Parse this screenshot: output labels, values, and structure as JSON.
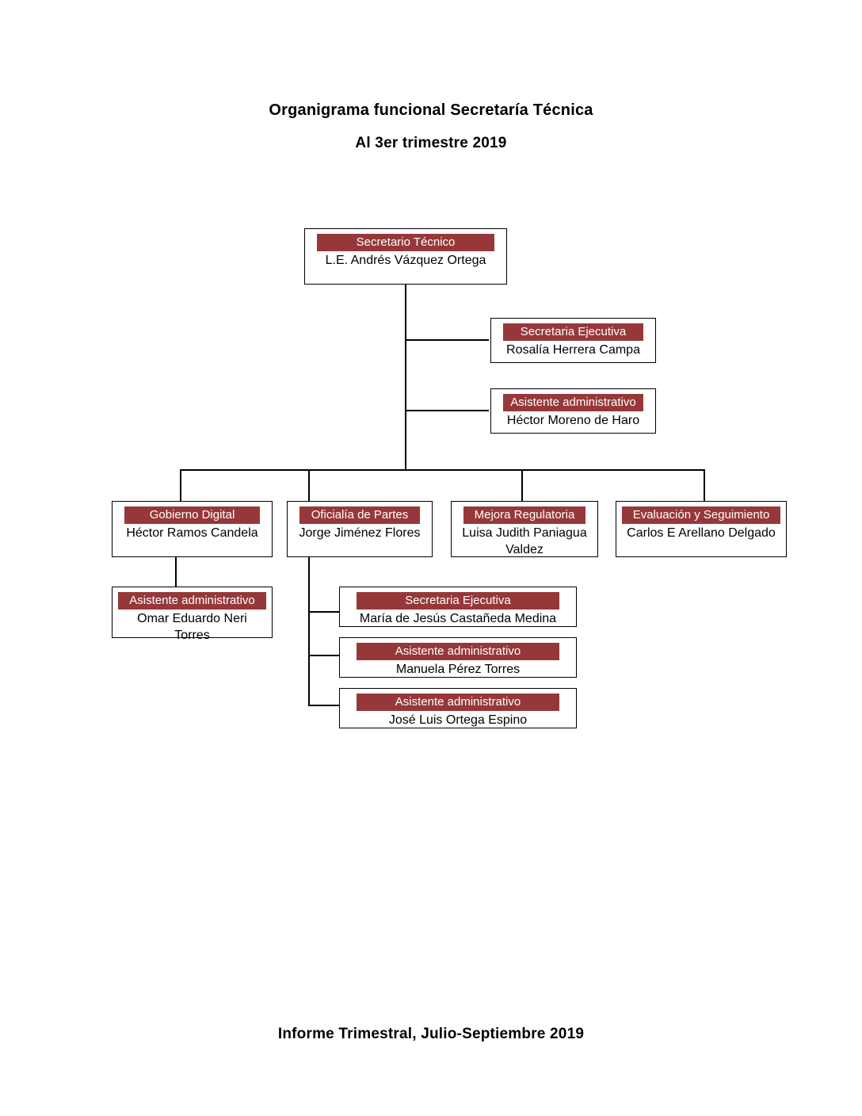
{
  "document": {
    "title_main": "Organigrama funcional Secretaría Técnica",
    "title_sub": "Al 3er trimestre 2019",
    "footer": "Informe Trimestral, Julio-Septiembre 2019"
  },
  "theme": {
    "header_bar_color": "#96383a",
    "header_text_color": "#ffffff",
    "box_border_color": "#000000",
    "line_color": "#000000",
    "background": "#ffffff"
  },
  "chart_data": {
    "type": "diagram",
    "diagram_type": "organizational-chart",
    "title": "Organigrama funcional Secretaría Técnica",
    "subtitle": "Al 3er trimestre 2019",
    "nodes": [
      {
        "id": "secretario-tecnico",
        "role": "Secretario Técnico",
        "name": "L.E. Andrés Vázquez Ortega",
        "level": 0,
        "parent": null
      },
      {
        "id": "secretaria-ejecutiva-st",
        "role": "Secretaria Ejecutiva",
        "name": "Rosalía Herrera Campa",
        "level": 1,
        "parent": "secretario-tecnico",
        "relation": "staff"
      },
      {
        "id": "asistente-admin-st",
        "role": "Asistente administrativo",
        "name": "Héctor Moreno de Haro",
        "level": 1,
        "parent": "secretario-tecnico",
        "relation": "staff"
      },
      {
        "id": "gobierno-digital",
        "role": "Gobierno Digital",
        "name": "Héctor Ramos Candela",
        "level": 2,
        "parent": "secretario-tecnico",
        "relation": "line"
      },
      {
        "id": "oficialia-partes",
        "role": "Oficialía de Partes",
        "name": "Jorge Jiménez Flores",
        "level": 2,
        "parent": "secretario-tecnico",
        "relation": "line"
      },
      {
        "id": "mejora-regulatoria",
        "role": "Mejora Regulatoria",
        "name": "Luisa Judith Paniagua Valdez",
        "level": 2,
        "parent": "secretario-tecnico",
        "relation": "line"
      },
      {
        "id": "evaluacion-seguimiento",
        "role": "Evaluación y Seguimiento",
        "name": "Carlos E Arellano Delgado",
        "level": 2,
        "parent": "secretario-tecnico",
        "relation": "line"
      },
      {
        "id": "asistente-admin-gd",
        "role": "Asistente administrativo",
        "name": "Omar Eduardo Neri Torres",
        "level": 3,
        "parent": "gobierno-digital",
        "relation": "staff"
      },
      {
        "id": "secretaria-ejecutiva-op",
        "role": "Secretaria Ejecutiva",
        "name": "María de Jesús Castañeda Medina",
        "level": 3,
        "parent": "oficialia-partes",
        "relation": "staff"
      },
      {
        "id": "asistente-admin-op-1",
        "role": "Asistente administrativo",
        "name": "Manuela Pérez Torres",
        "level": 3,
        "parent": "oficialia-partes",
        "relation": "staff"
      },
      {
        "id": "asistente-admin-op-2",
        "role": "Asistente administrativo",
        "name": "José Luis Ortega Espino",
        "level": 3,
        "parent": "oficialia-partes",
        "relation": "staff"
      }
    ]
  },
  "nodes": {
    "secretario_tecnico": {
      "role": "Secretario Técnico",
      "name": "L.E. Andrés Vázquez Ortega"
    },
    "secretaria_ejecutiva_st": {
      "role": "Secretaria Ejecutiva",
      "name": "Rosalía Herrera Campa"
    },
    "asistente_admin_st": {
      "role": "Asistente administrativo",
      "name": "Héctor Moreno de Haro"
    },
    "gobierno_digital": {
      "role": "Gobierno Digital",
      "name": "Héctor Ramos Candela"
    },
    "oficialia_partes": {
      "role": "Oficialía de Partes",
      "name": "Jorge Jiménez Flores"
    },
    "mejora_regulatoria": {
      "role": "Mejora Regulatoria",
      "name": "Luisa Judith Paniagua Valdez"
    },
    "evaluacion_seguimiento": {
      "role": "Evaluación y Seguimiento",
      "name": "Carlos E Arellano Delgado"
    },
    "asistente_admin_gd": {
      "role": "Asistente administrativo",
      "name": "Omar Eduardo Neri Torres"
    },
    "secretaria_ejecutiva_op": {
      "role": "Secretaria Ejecutiva",
      "name": "María de Jesús Castañeda Medina"
    },
    "asistente_admin_op_1": {
      "role": "Asistente administrativo",
      "name": "Manuela Pérez Torres"
    },
    "asistente_admin_op_2": {
      "role": "Asistente administrativo",
      "name": "José Luis Ortega Espino"
    }
  }
}
